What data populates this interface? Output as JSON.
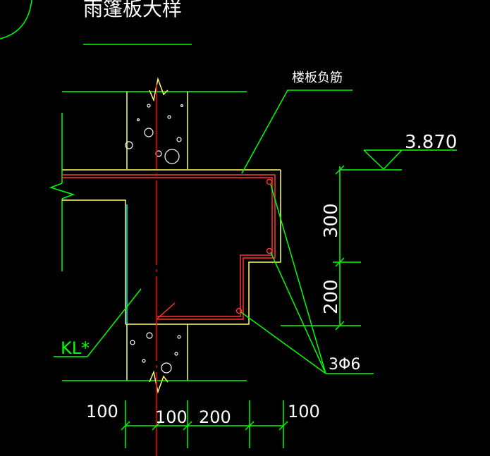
{
  "drawing": {
    "title": "雨篷板大样",
    "labels": {
      "slab_rebar": "楼板负筋",
      "elevation": "3.870",
      "beam": "KL*",
      "stirrup_bars": "3Φ6"
    },
    "dimensions": {
      "vertical": [
        "300",
        "200"
      ],
      "horizontal": [
        "100",
        "100",
        "200",
        "100"
      ]
    },
    "colors": {
      "background": "#000000",
      "outline": "#ffff66",
      "leader": "#00ff00",
      "rebar": "#ff3333",
      "axis": "#ff0000",
      "wall_edge": "#00e5ff",
      "text": "#ffffff"
    }
  }
}
